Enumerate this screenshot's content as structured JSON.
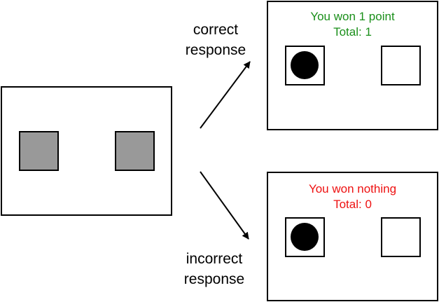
{
  "stimulus": {
    "left_square_color": "#999999",
    "right_square_color": "#999999"
  },
  "branches": {
    "correct": {
      "label_line1": "correct",
      "label_line2": "response",
      "feedback_line1": "You won 1 point",
      "feedback_line2": "Total: 1",
      "feedback_color": "#1a8f1a",
      "chosen_side": "left"
    },
    "incorrect": {
      "label_line1": "incorrect",
      "label_line2": "response",
      "feedback_line1": "You won nothing",
      "feedback_line2": "Total: 0",
      "feedback_color": "#ee1111",
      "chosen_side": "left"
    }
  }
}
